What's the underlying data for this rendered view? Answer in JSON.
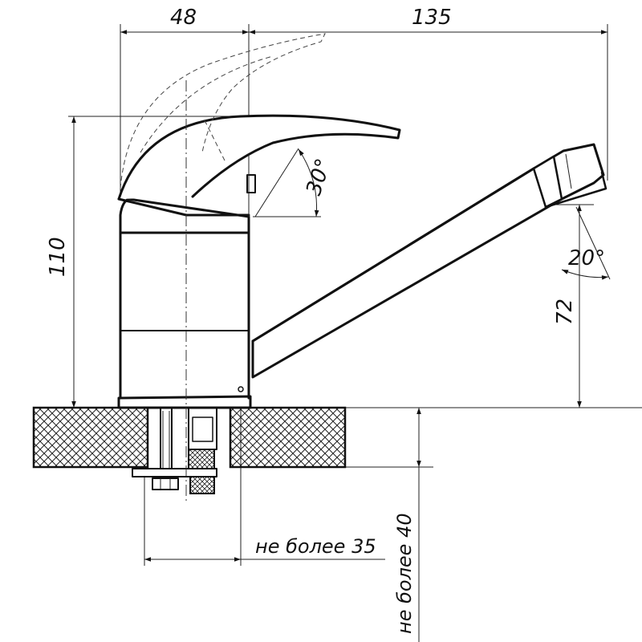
{
  "dimensions": {
    "body_width": "48",
    "spout_reach": "135",
    "total_height": "110",
    "spout_height": "72",
    "lever_angle": "30°",
    "spout_tip_angle": "20°",
    "max_clamp_width": "не более 35",
    "max_countertop_thickness": "не более 40"
  },
  "colors": {
    "line": "#111111",
    "background": "#ffffff"
  }
}
